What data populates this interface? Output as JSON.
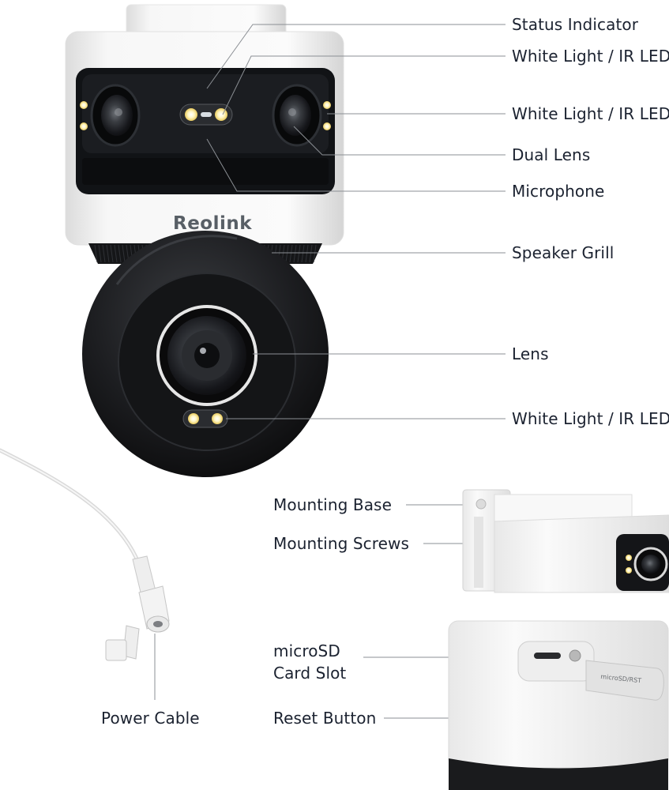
{
  "brand": "Reolink",
  "colors": {
    "housing": "#f7f7f7",
    "lens_band": "#111316",
    "dome": "#1a1b1d",
    "led": "#fff6c4",
    "leader_line": "#8b8f94",
    "label_text": "#1b2230"
  },
  "labels": {
    "status_indicator": "Status Indicator",
    "white_light_ir_led_top": "White Light / IR LED",
    "white_light_ir_led_side": "White Light / IR LED",
    "dual_lens": "Dual Lens",
    "microphone": "Microphone",
    "speaker_grill": "Speaker Grill",
    "lens": "Lens",
    "white_light_ir_led_bottom": "White Light / IR LED",
    "mounting_base": "Mounting Base",
    "mounting_screws": "Mounting Screws",
    "microsd_line1": "microSD",
    "microsd_line2": "Card Slot",
    "reset_button": "Reset Button",
    "power_cable": "Power Cable"
  },
  "slot_marking": "microSD/RST"
}
